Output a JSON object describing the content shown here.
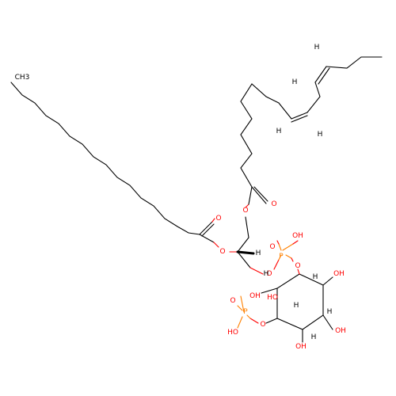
{
  "colors": {
    "carbon": "#000000",
    "oxygen": "#ff0000",
    "phosphorus": "#ff8000",
    "background": "#ffffff"
  },
  "labels": {
    "ch3": "CH3",
    "o_ester1": "O",
    "o_carbonyl1": "O",
    "o_ester2": "O",
    "o_carbonyl2": "O",
    "o_link": "O",
    "p1": "P",
    "p1_o": "O",
    "p1_oh": "OH",
    "o_p1_ring": "O",
    "h_glycerol": "H",
    "h_ring1": "H",
    "h_ring2": "H",
    "h_ring3": "H",
    "h_ring4": "H",
    "h_ring5": "H",
    "ho_ring2": "HO",
    "oh_ring3": "OH",
    "oh_ring4": "OH",
    "oh_ring5": "OH",
    "o_p2_ring": "O",
    "p2": "P",
    "p2_o": "O",
    "p2_oh_top": "OH",
    "p2_oh_bottom": "HO",
    "h_db1a": "H",
    "h_db1b": "H",
    "h_db2a": "H",
    "h_db2b": "H"
  }
}
